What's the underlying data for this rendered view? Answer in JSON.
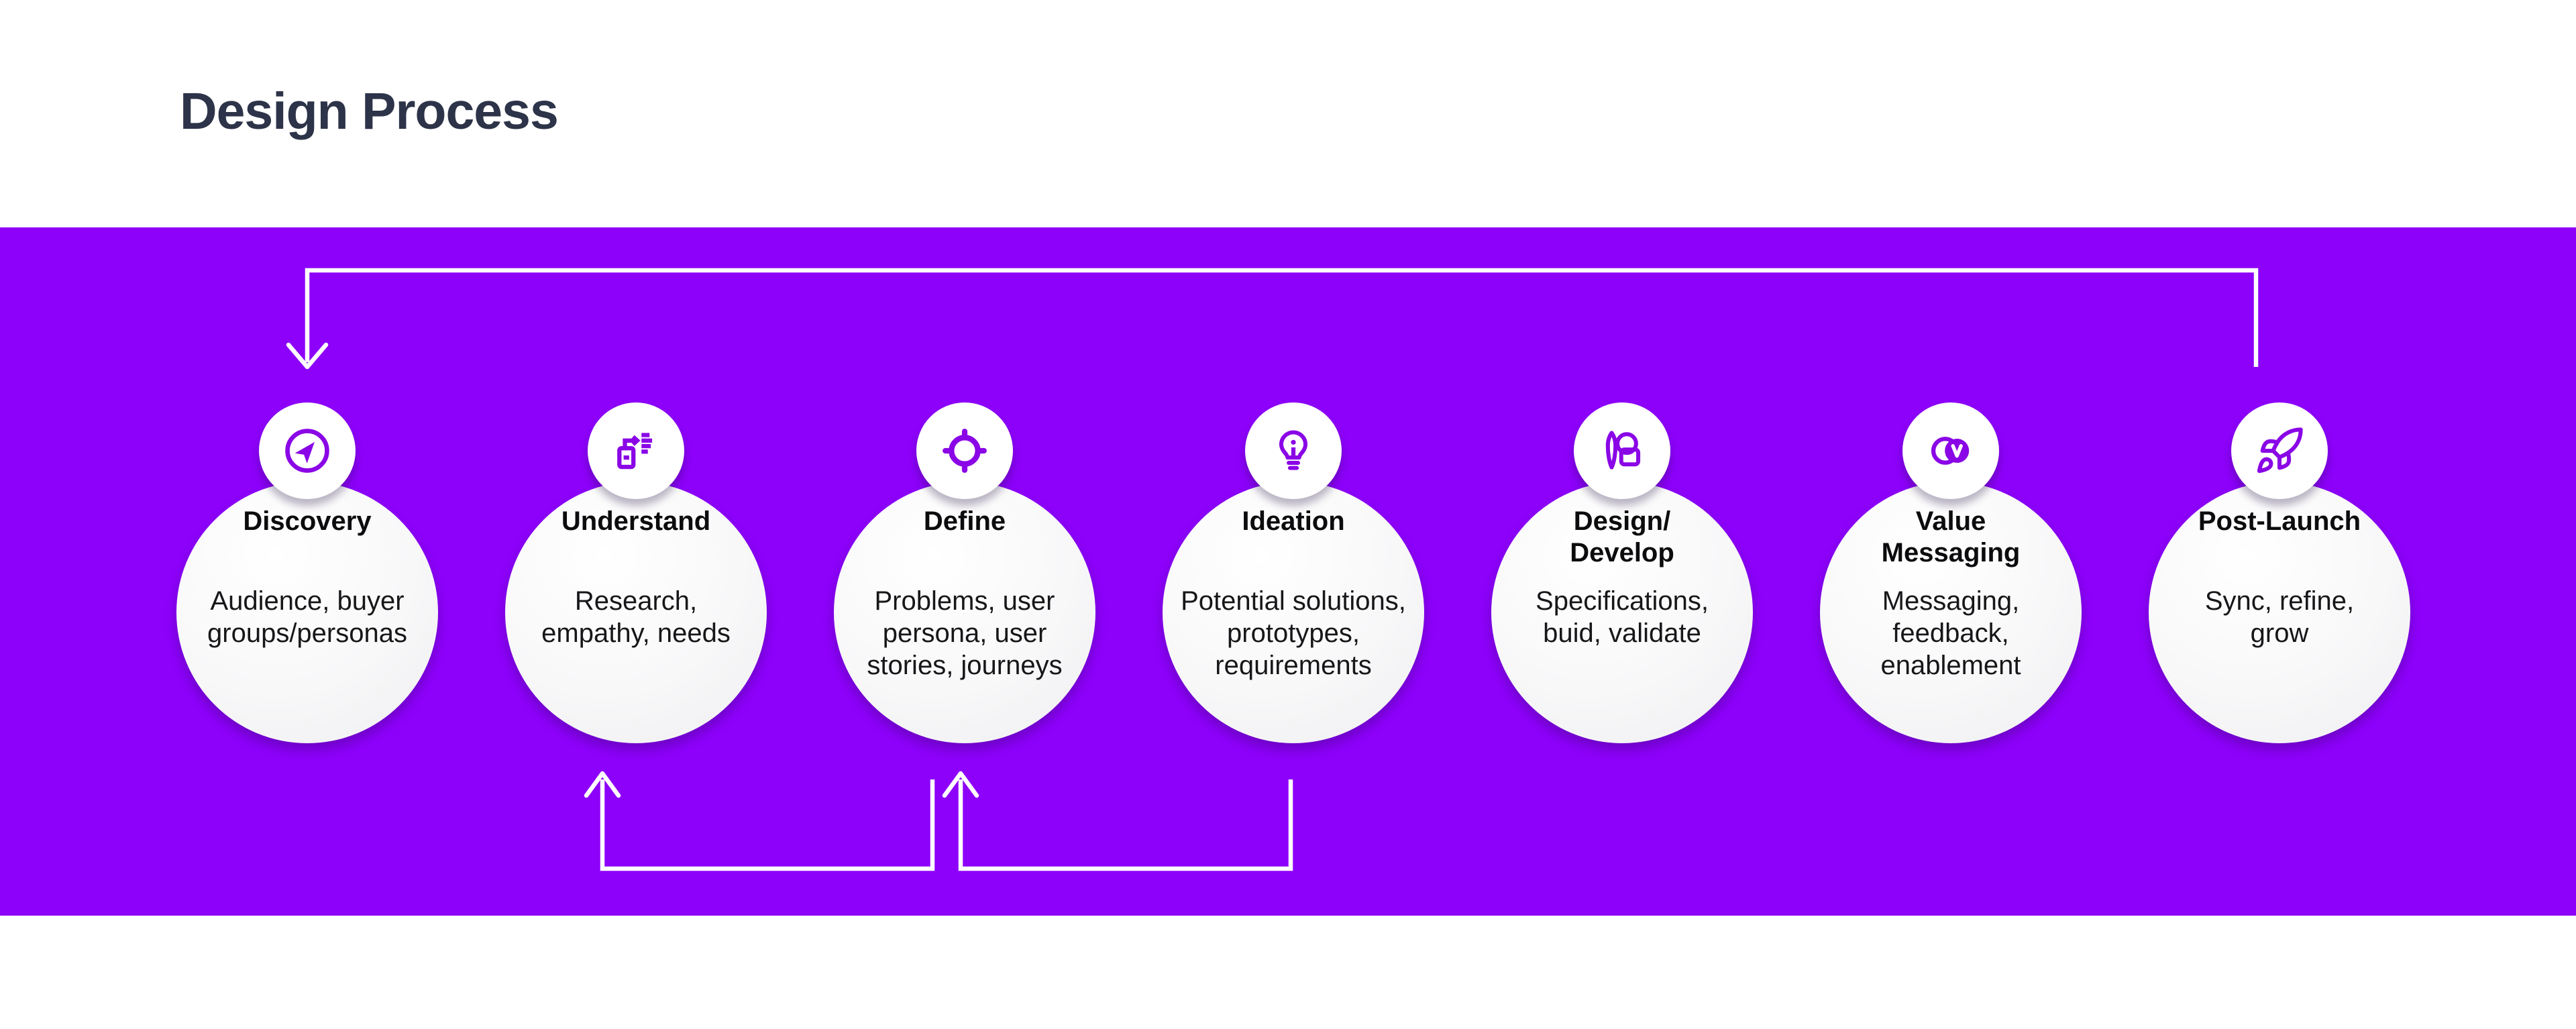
{
  "title": "Design Process",
  "colors": {
    "background": "#ffffff",
    "band": "#8d00fa",
    "icon_purple": "#8a06e6",
    "title_text": "#2d3348",
    "step_text": "#17171a",
    "arrow": "#ffffff"
  },
  "process": {
    "steps": [
      {
        "label": "Discovery",
        "description": "Audience, buyer\ngroups/personas",
        "icon": "compass-icon"
      },
      {
        "label": "Understand",
        "description": "Research,\nempathy, needs",
        "icon": "document-list-icon"
      },
      {
        "label": "Define",
        "description": "Problems, user\npersona, user\nstories, journeys",
        "icon": "target-icon"
      },
      {
        "label": "Ideation",
        "description": "Potential solutions,\nprototypes,\nrequirements",
        "icon": "lightbulb-icon"
      },
      {
        "label": "Design/\nDevelop",
        "description": "Specifications,\nbuid, validate",
        "icon": "design-tools-icon"
      },
      {
        "label": "Value\nMessaging",
        "description": "Messaging,\nfeedback,\nenablement",
        "icon": "venn-v-icon"
      },
      {
        "label": "Post-Launch",
        "description": "Sync, refine,\ngrow",
        "icon": "rocket-icon"
      }
    ],
    "arrows": [
      {
        "name": "loopback-arrow",
        "from": "Post-Launch",
        "to": "Discovery"
      },
      {
        "name": "feedback-arrow-define-to-understand",
        "from": "Define",
        "to": "Understand"
      },
      {
        "name": "feedback-arrow-ideation-to-define",
        "from": "Ideation",
        "to": "Define"
      }
    ]
  }
}
